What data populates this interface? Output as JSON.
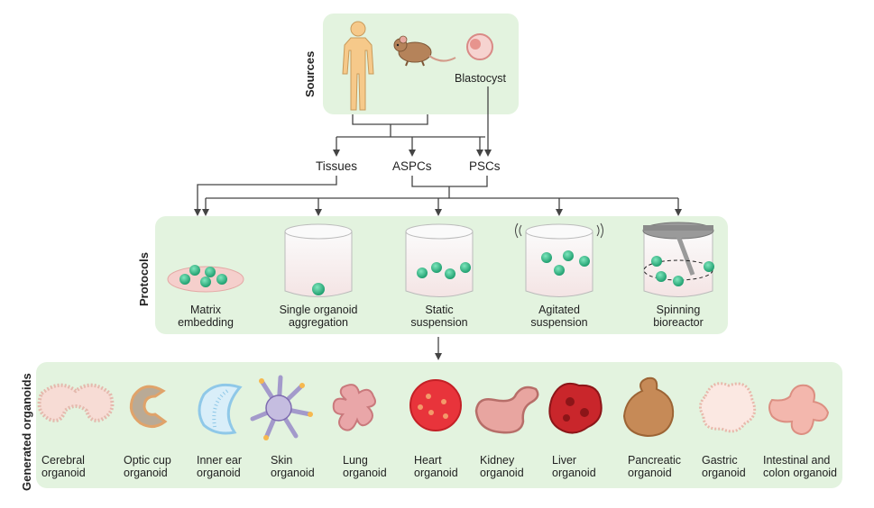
{
  "sections": {
    "sources": "Sources",
    "protocols": "Protocols",
    "organoids": "Generated organoids"
  },
  "sources": {
    "blastocyst": "Blastocyst"
  },
  "cell_types": [
    "Tissues",
    "ASPCs",
    "PSCs"
  ],
  "protocols": [
    {
      "l1": "Matrix",
      "l2": "embedding"
    },
    {
      "l1": "Single organoid",
      "l2": "aggregation"
    },
    {
      "l1": "Static",
      "l2": "suspension"
    },
    {
      "l1": "Agitated",
      "l2": "suspension"
    },
    {
      "l1": "Spinning",
      "l2": "bioreactor"
    }
  ],
  "organoids": [
    {
      "l1": "Cerebral",
      "l2": "organoid"
    },
    {
      "l1": "Optic cup",
      "l2": "organoid"
    },
    {
      "l1": "Inner ear",
      "l2": "organoid"
    },
    {
      "l1": "Skin",
      "l2": "organoid"
    },
    {
      "l1": "Lung",
      "l2": "organoid"
    },
    {
      "l1": "Heart",
      "l2": "organoid"
    },
    {
      "l1": "Kidney",
      "l2": "organoid"
    },
    {
      "l1": "Liver",
      "l2": "organoid"
    },
    {
      "l1": "Pancreatic",
      "l2": "organoid"
    },
    {
      "l1": "Gastric",
      "l2": "organoid"
    },
    {
      "l1": "Intestinal and",
      "l2": "colon organoid"
    }
  ],
  "colors": {
    "panel": "#e3f3df",
    "organoid_cell": "#2fbf8a",
    "arrow": "#444444"
  }
}
